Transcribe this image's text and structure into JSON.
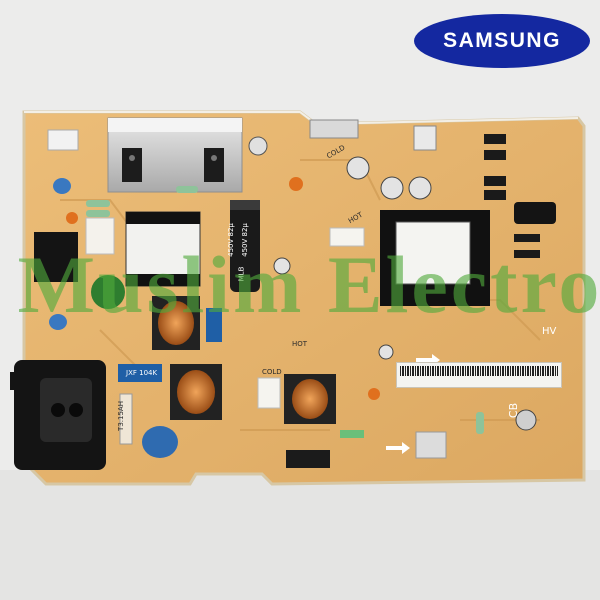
{
  "brand": {
    "logo_text": "SAMSUNG",
    "logo_color": "#1428a0"
  },
  "watermark": {
    "text": "Muslim Electro"
  },
  "pcb": {
    "board_color": "#e7b46c",
    "silkscreen": {
      "hot_label_top": "HOT",
      "cold_label_top": "COLD",
      "hot_label_mid": "HOT",
      "cold_label_bottom": "COLD",
      "cap_rating_1": "450V 82µ",
      "cap_rating_2": "450V 82µ",
      "brand_cap": "MLB",
      "ic_mark": "CB",
      "fuse_rating": "T3.15AH",
      "x_cap_mark": "JXF 104K",
      "hv_mark": "HV"
    }
  }
}
